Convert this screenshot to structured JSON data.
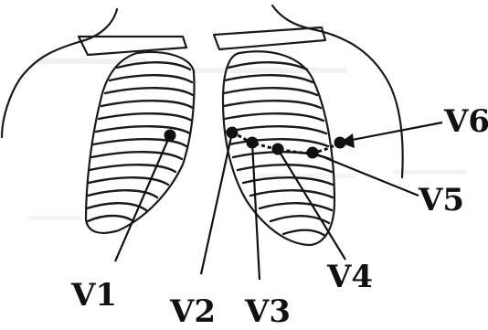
{
  "diagram": {
    "leads": [
      {
        "id": "V1",
        "label": "V1"
      },
      {
        "id": "V2",
        "label": "V2"
      },
      {
        "id": "V3",
        "label": "V3"
      },
      {
        "id": "V4",
        "label": "V4"
      },
      {
        "id": "V5",
        "label": "V5"
      },
      {
        "id": "V6",
        "label": "V6"
      }
    ]
  },
  "colors": {
    "ink": "#111111",
    "background": "#ffffff"
  }
}
